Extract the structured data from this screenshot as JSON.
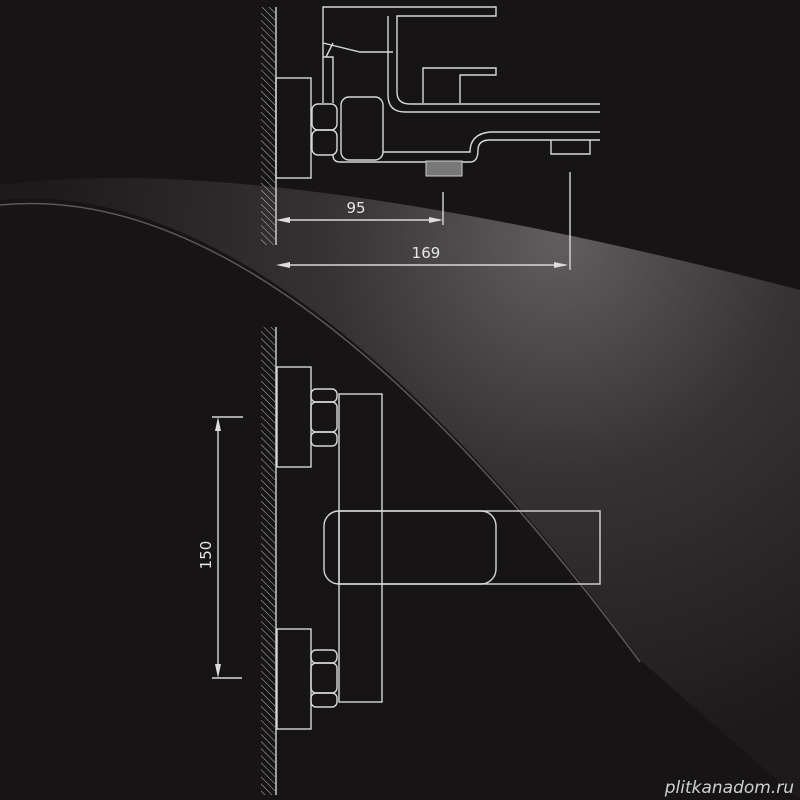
{
  "top_view": {
    "dim_short": "95",
    "dim_long": "169"
  },
  "front_view": {
    "dim_height": "150"
  },
  "watermark": "plitkanadom.ru",
  "colors": {
    "background": "#171415",
    "lines": "#d8d8d8",
    "highlight": "#4a4647"
  }
}
